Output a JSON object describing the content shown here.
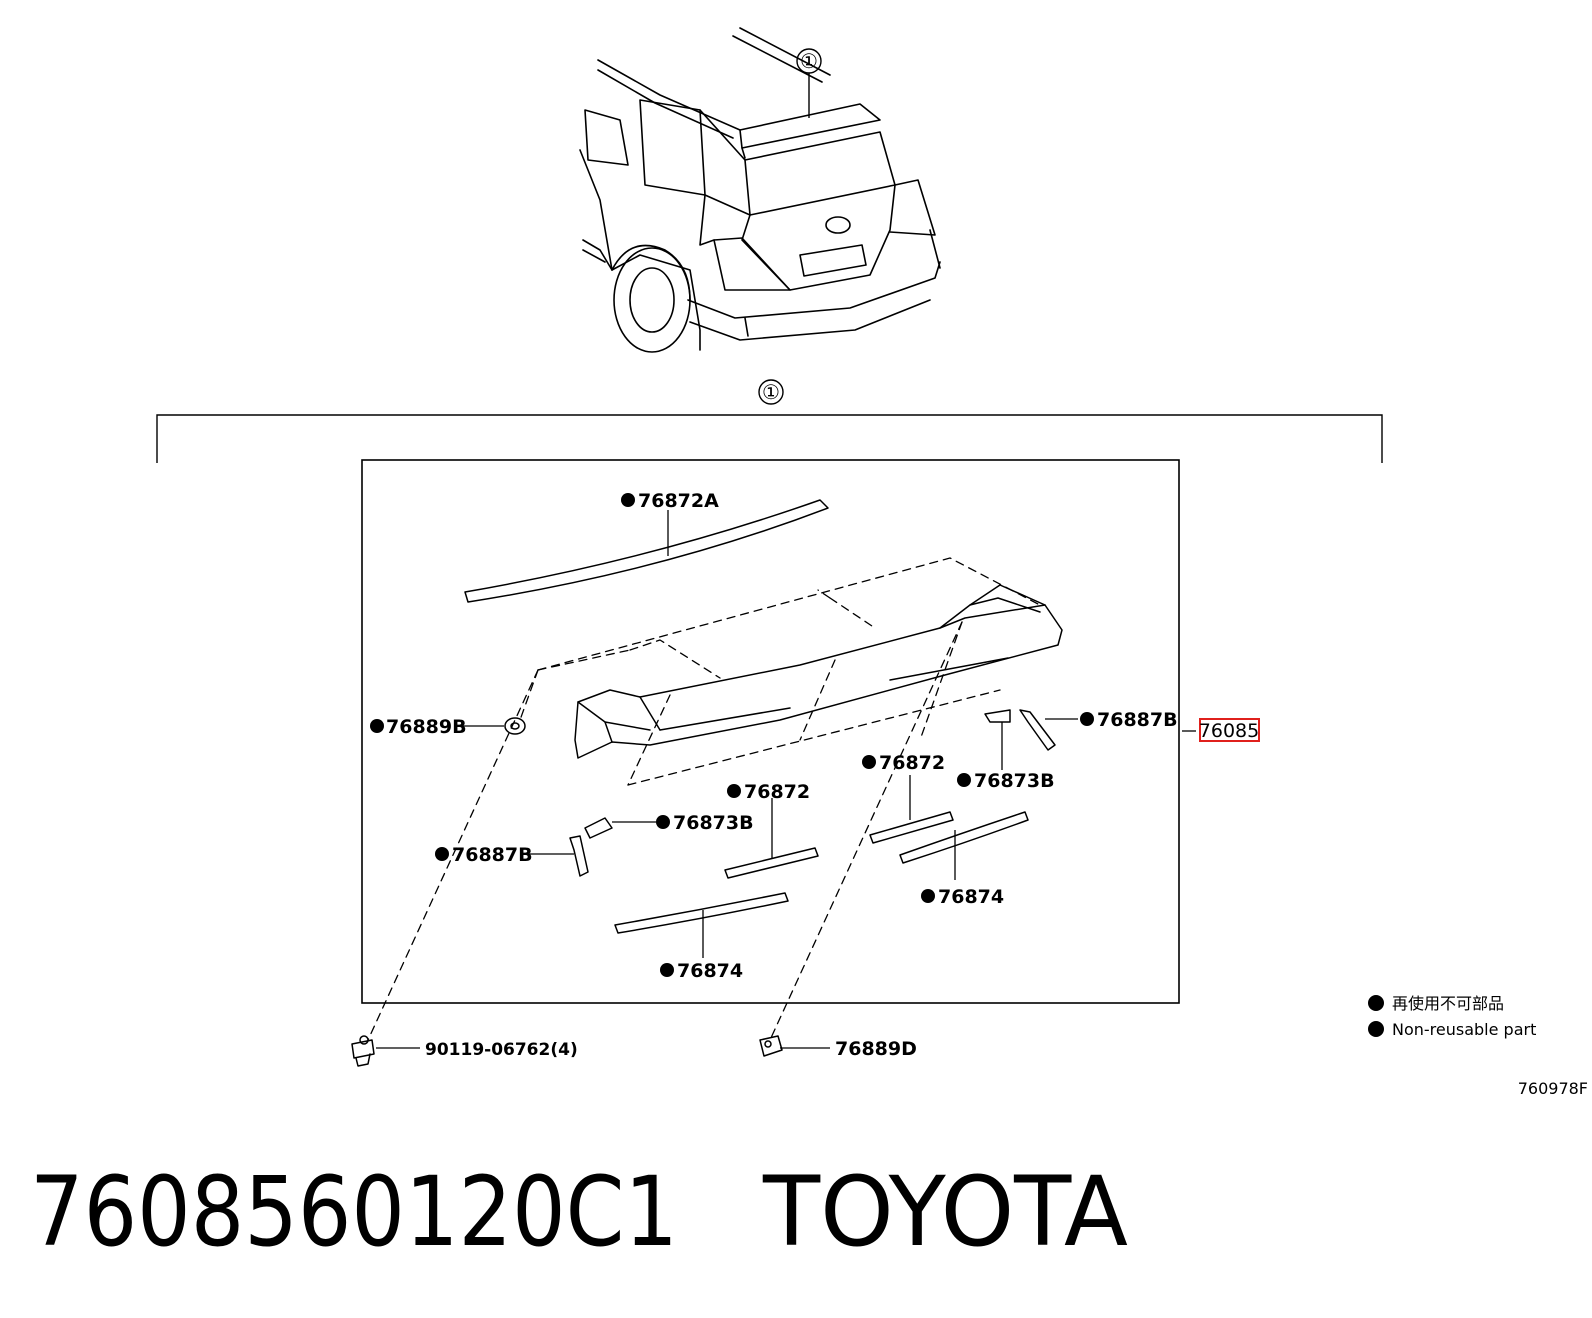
{
  "callout_marker": "①",
  "parts": {
    "p76872A": "76872A",
    "p76889B": "76889B",
    "p76887B_right": "76887B",
    "p76873B_right": "76873B",
    "p76872_right": "76872",
    "p76872_left": "76872",
    "p76873B_left": "76873B",
    "p76887B_left": "76887B",
    "p76874_right": "76874",
    "p76874_left": "76874",
    "p90119": "90119-06762(4)",
    "p76889D": "76889D"
  },
  "highlighted_part": "76085",
  "legend": {
    "japanese": "再使用不可部品",
    "english": "Non-reusable part"
  },
  "figure_ref": "760978F",
  "footer": {
    "part_number": "7608560120C1",
    "brand": "TOYOTA"
  }
}
